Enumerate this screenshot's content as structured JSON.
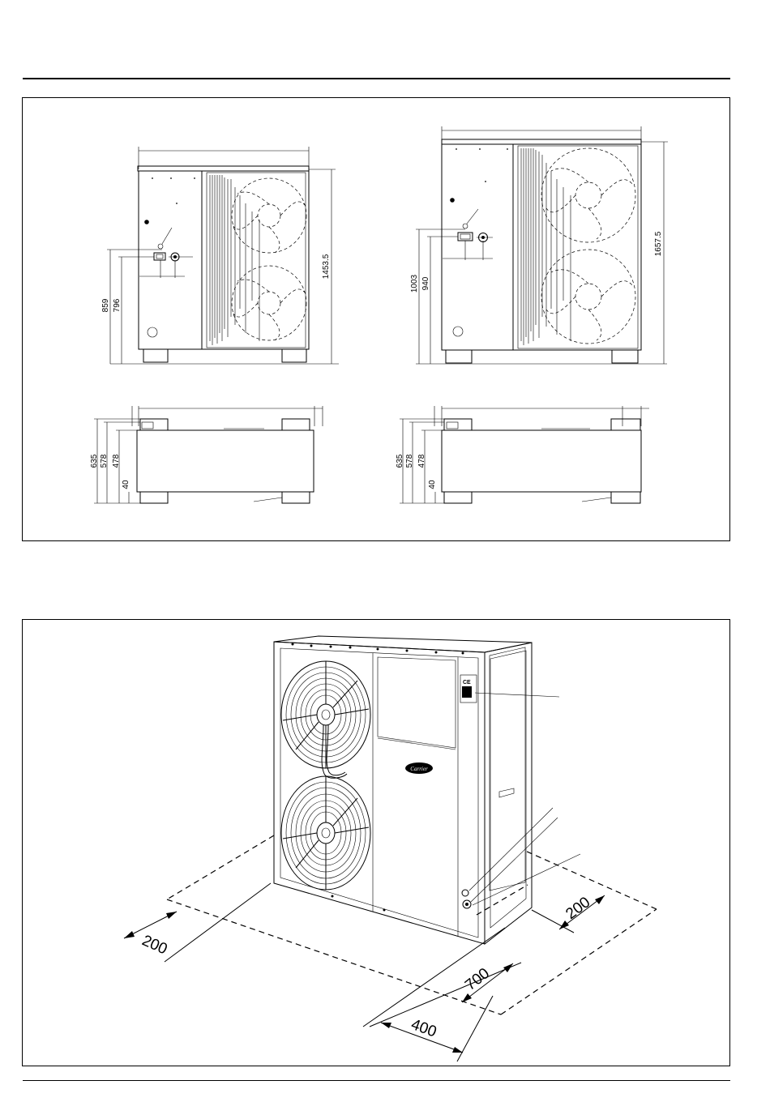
{
  "top_views": {
    "unit_small": {
      "height_label": "1453.5",
      "dim_outer_label": "859",
      "dim_inner_label": "796"
    },
    "unit_large": {
      "height_label": "1657.5",
      "dim_outer_label": "1003",
      "dim_inner_label": "940"
    },
    "plan_small": {
      "depth_labels": [
        "635",
        "578",
        "478",
        "40"
      ]
    },
    "plan_large": {
      "depth_labels": [
        "635",
        "578",
        "478",
        "40"
      ]
    }
  },
  "clearance": {
    "left_label": "200",
    "right_label": "200",
    "front_label": "700",
    "rear_label": "400",
    "brand_logo": "Carrier",
    "ce_mark": "CE"
  }
}
